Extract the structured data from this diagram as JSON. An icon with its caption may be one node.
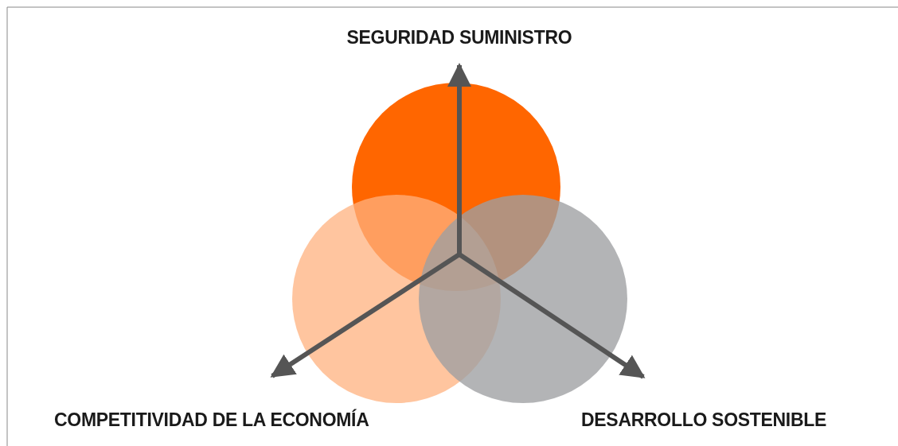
{
  "diagram": {
    "nodes": [
      {
        "text": [
          "SEGURIDAD SUMINISTRO"
        ]
      },
      {
        "text": [
          "COMPETITIVIDAD DE LA ECONOMÍA"
        ]
      },
      {
        "text": [
          "DESARROLLO SOSTENIBLE"
        ]
      }
    ],
    "edges": [
      {
        "from": null,
        "to": 0,
        "arrow": "to"
      },
      {
        "from": null,
        "to": 1,
        "arrow": "to"
      },
      {
        "from": null,
        "to": 2,
        "arrow": "to"
      }
    ]
  }
}
